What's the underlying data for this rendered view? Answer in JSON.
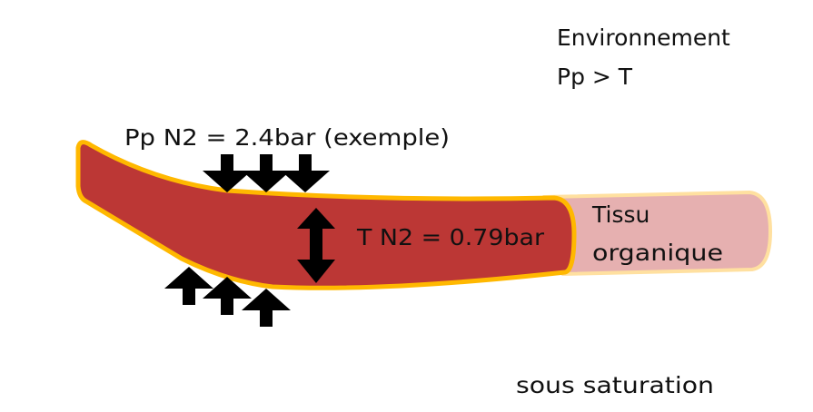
{
  "labels": {
    "environment_title": "Environnement",
    "environment_relation": "Pp > T",
    "partial_pressure": "Pp N2 = 2.4bar (exemple)",
    "tissue_tension": "T N2 = 0.79bar",
    "tissue_line1": "Tissu",
    "tissue_line2": "organique",
    "state": "sous saturation"
  },
  "colors": {
    "vessel_fill": "#bc3735",
    "vessel_stroke": "#ffb800",
    "tissue_fill": "#e6b0b0",
    "tissue_stroke": "#ffe0a0",
    "arrow": "#000000"
  }
}
